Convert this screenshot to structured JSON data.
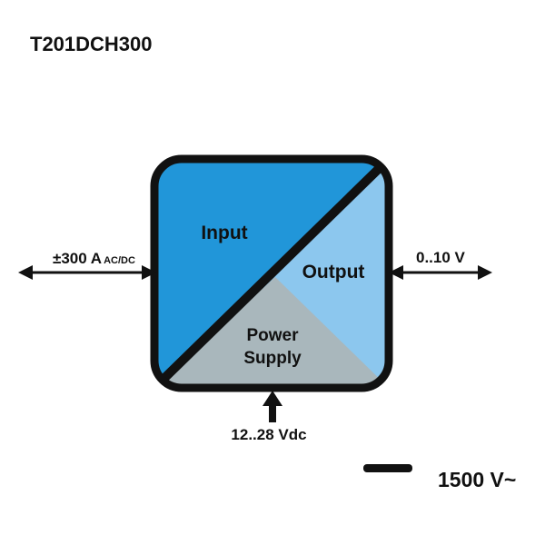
{
  "title": "T201DCH300",
  "module": {
    "input_label": "Input",
    "output_label": "Output",
    "power_label_line1": "Power",
    "power_label_line2": "Supply"
  },
  "input_signal": {
    "value": "±300 A",
    "subscript": "AC/DC"
  },
  "output_signal": "0..10 V",
  "supply_voltage": "12..28 Vdc",
  "isolation": "1500 V~",
  "colors": {
    "input_fill": "#2196D9",
    "output_fill": "#8CC7EE",
    "power_fill": "#A9B7BC",
    "outline": "#111111"
  }
}
